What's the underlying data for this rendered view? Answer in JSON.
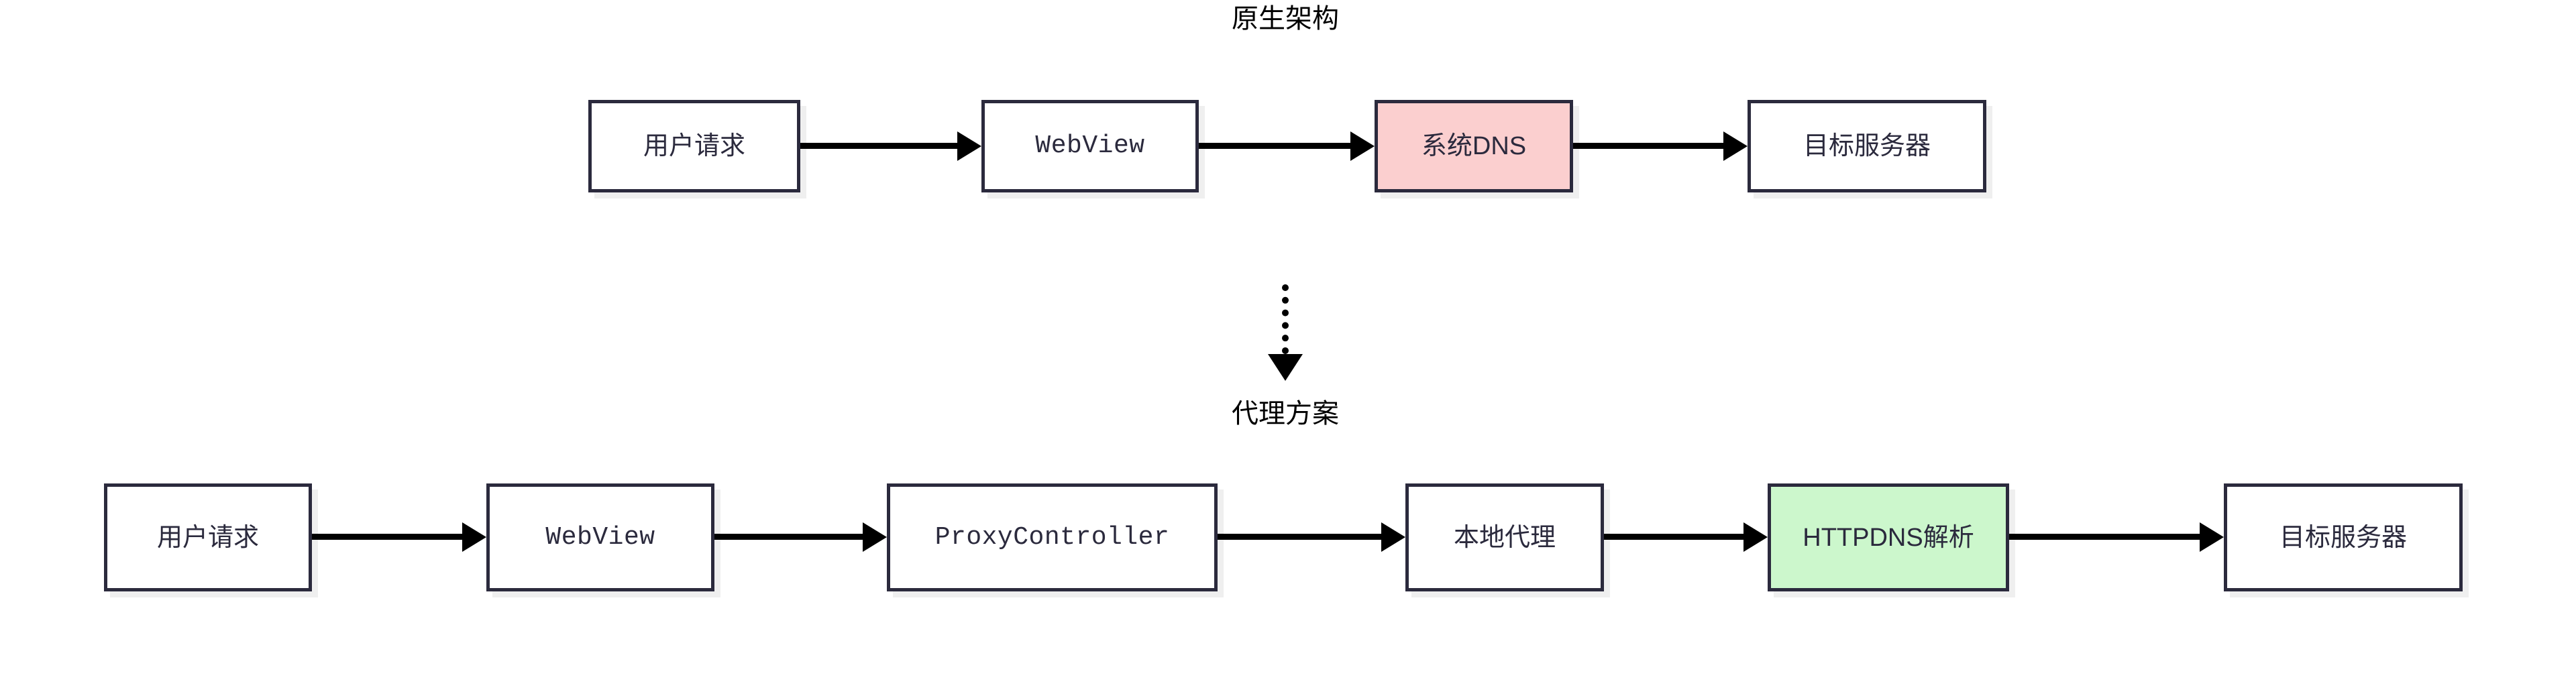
{
  "diagram": {
    "type": "flowchart",
    "background_color": "#ffffff",
    "node_border_color": "#2b2a3d",
    "node_shadow_color": "#efefef",
    "arrow_color": "#000000",
    "highlight_colors": {
      "problem_pink": "#fbcfcf",
      "solution_green": "#ccf7cc"
    },
    "sections": [
      {
        "id": "native",
        "title": "原生架构",
        "nodes": [
          {
            "id": "n1",
            "label": "用户请求",
            "style": "cjk",
            "fill": "#ffffff"
          },
          {
            "id": "n2",
            "label": "WebView",
            "style": "mono",
            "fill": "#ffffff"
          },
          {
            "id": "n3",
            "label": "系统DNS",
            "style": "cjk",
            "fill": "#fbcfcf"
          },
          {
            "id": "n4",
            "label": "目标服务器",
            "style": "cjk",
            "fill": "#ffffff"
          }
        ],
        "edges": [
          {
            "from": "n1",
            "to": "n2",
            "style": "solid-arrow"
          },
          {
            "from": "n2",
            "to": "n3",
            "style": "solid-arrow"
          },
          {
            "from": "n3",
            "to": "n4",
            "style": "solid-arrow"
          }
        ]
      },
      {
        "id": "proxy",
        "title": "代理方案",
        "nodes": [
          {
            "id": "p1",
            "label": "用户请求",
            "style": "cjk",
            "fill": "#ffffff"
          },
          {
            "id": "p2",
            "label": "WebView",
            "style": "mono",
            "fill": "#ffffff"
          },
          {
            "id": "p3",
            "label": "ProxyController",
            "style": "mono",
            "fill": "#ffffff"
          },
          {
            "id": "p4",
            "label": "本地代理",
            "style": "cjk",
            "fill": "#ffffff"
          },
          {
            "id": "p5",
            "label": "HTTPDNS解析",
            "style": "cjk",
            "fill": "#ccf7cc"
          },
          {
            "id": "p6",
            "label": "目标服务器",
            "style": "cjk",
            "fill": "#ffffff"
          }
        ],
        "edges": [
          {
            "from": "p1",
            "to": "p2",
            "style": "solid-arrow"
          },
          {
            "from": "p2",
            "to": "p3",
            "style": "solid-arrow"
          },
          {
            "from": "p3",
            "to": "p4",
            "style": "solid-arrow"
          },
          {
            "from": "p4",
            "to": "p5",
            "style": "solid-arrow"
          },
          {
            "from": "p5",
            "to": "p6",
            "style": "solid-arrow"
          }
        ]
      }
    ],
    "section_connector": {
      "style": "dotted-arrow-down",
      "label": ""
    }
  }
}
